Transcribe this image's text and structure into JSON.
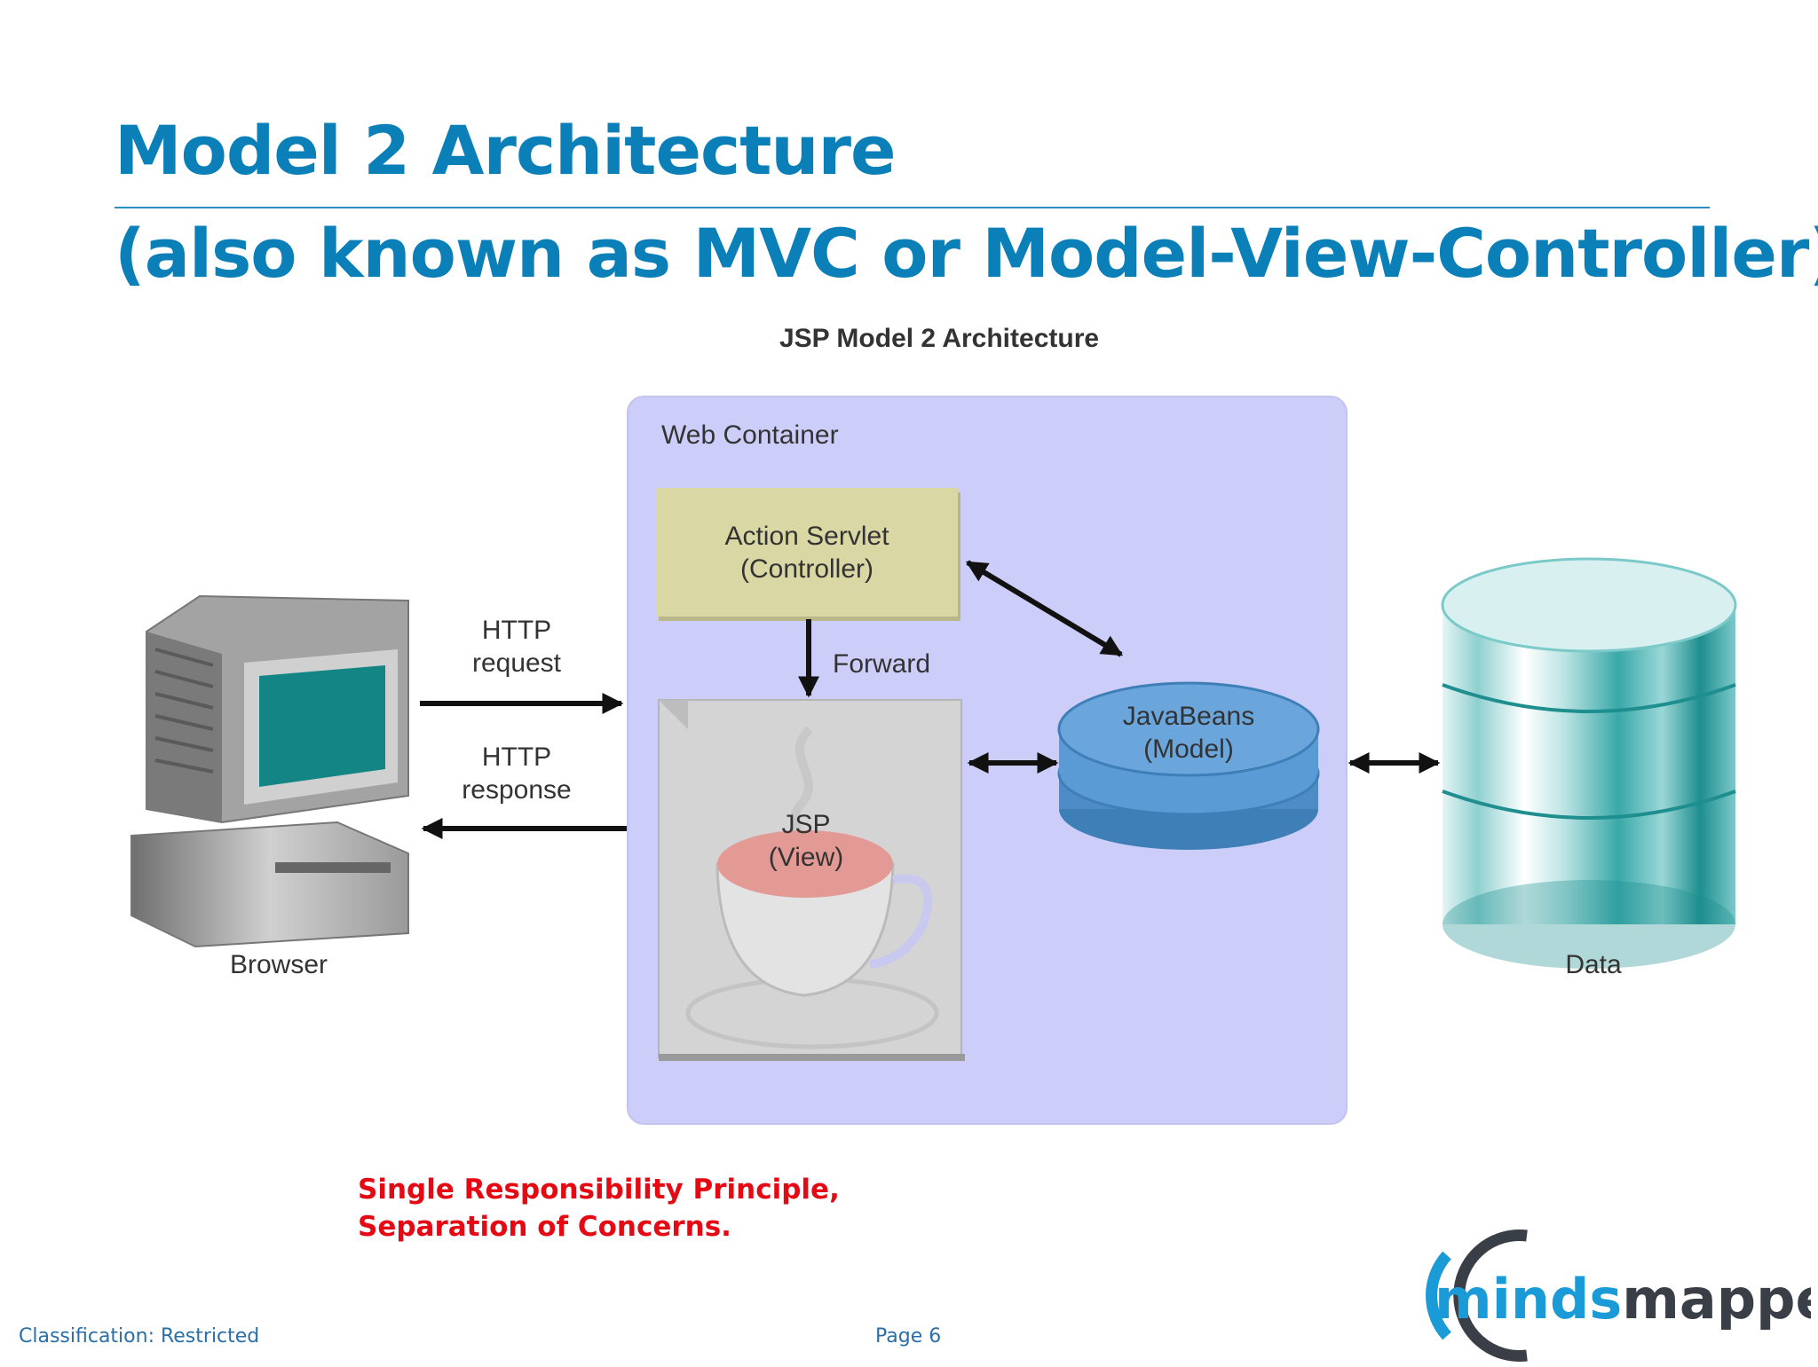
{
  "slide": {
    "title": "Model 2 Architecture",
    "subtitle": "(also known as MVC or Model-View-Controller)",
    "principle_line1": "Single Responsibility Principle,",
    "principle_line2": "Separation of Concerns."
  },
  "diagram": {
    "heading": "JSP Model 2 Architecture",
    "container_label": "Web Container",
    "controller_line1": "Action Servlet",
    "controller_line2": "(Controller)",
    "forward_label": "Forward",
    "view_line1": "JSP",
    "view_line2": "(View)",
    "model_line1": "JavaBeans",
    "model_line2": "(Model)",
    "request_line1": "HTTP",
    "request_line2": "request",
    "response_line1": "HTTP",
    "response_line2": "response",
    "browser_label": "Browser",
    "data_label": "Data"
  },
  "footer": {
    "classification": "Classification: Restricted",
    "page": "Page 6"
  },
  "logo": {
    "text_part1": "minds",
    "text_part2": "mapped"
  },
  "colors": {
    "title_blue": "#0a7fb8",
    "accent_red": "#e50914",
    "container_fill": "#cccdf8",
    "controller_fill": "#d9d7a4",
    "model_blue": "#5b9bd5"
  }
}
